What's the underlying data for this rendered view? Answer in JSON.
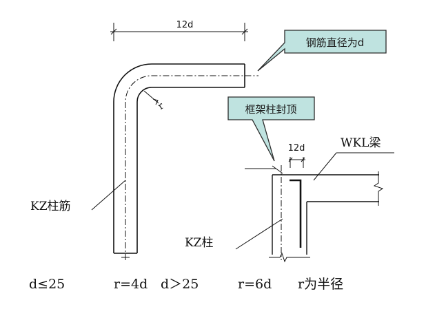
{
  "dimensions": {
    "bar_extension": "12d",
    "column_extension": "12d"
  },
  "callouts": {
    "bar_diameter": "钢筋直径为d",
    "frame_column_cap": "框架柱封顶"
  },
  "labels": {
    "kz_column_bar": "KZ柱筋",
    "kz_column": "KZ柱",
    "wkl_beam": "WKL梁",
    "bend_radius": "r"
  },
  "formula": {
    "cond1": "d≤25",
    "rule1": "r=4d",
    "cond2": "d＞25",
    "rule2": "r=6d",
    "note": "r为半径"
  },
  "colors": {
    "callout_fill": "#bfe3e0",
    "callout_stroke": "#2b2b2b",
    "line": "#111111"
  }
}
